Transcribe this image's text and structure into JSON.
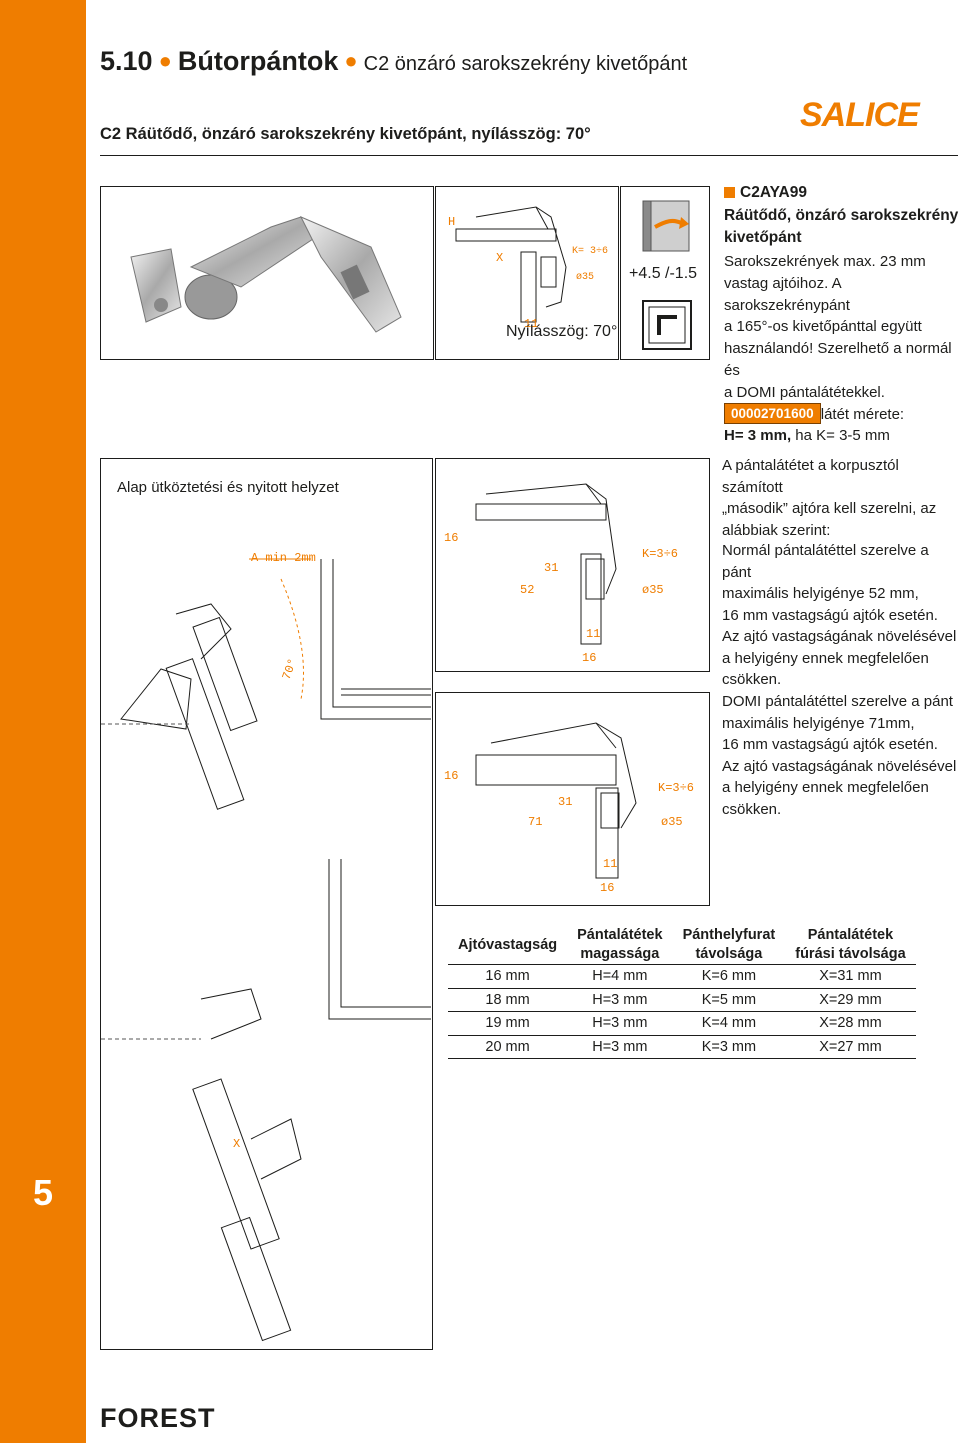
{
  "header": {
    "section": "5.10",
    "category": "Bútorpántok",
    "product_line": "C2 önzáró sarokszekrény kivetőpánt",
    "subtitle": "C2 Ráütődő, önzáró sarokszekrény kivetőpánt, nyílásszög: 70°",
    "brand": "SALICE"
  },
  "sidebar": {
    "page_number": "5"
  },
  "product": {
    "code": "C2AYA99",
    "name_line1": "Ráütődő, önzáró sarokszekrény",
    "name_line2": "kivetőpánt",
    "desc_lines": [
      "Sarokszekrények max. 23 mm",
      "vastag ajtóihoz. A sarokszekrénypánt",
      "a 165°-os kivetőpánttal együtt",
      "használandó! Szerelhető a normál és",
      "a DOMI pántalátétekkel.",
      "Javasolt pántalátét mérete:"
    ],
    "recommend_bold": "H= 3 mm,",
    "recommend_rest": " ha K= 3-5 mm",
    "order_code": "00002701600"
  },
  "diagram_top": {
    "angle_label": "Nyílásszög: 70°",
    "adjust_label": "+4.5 /-1.5",
    "H": "H",
    "X": "X",
    "K": "K= 3÷6",
    "dia": "ø35",
    "eleven": "11"
  },
  "diagram_left": {
    "title": "Alap ütköztetési és nyitott helyzet",
    "a_min": "A min 2mm",
    "angle": "70°",
    "x": "X"
  },
  "diagram_normal": {
    "h16": "16",
    "d31": "31",
    "d52": "52",
    "k": "K=3÷6",
    "dia": "ø35",
    "d11": "11",
    "d16": "16"
  },
  "diagram_domi": {
    "h16": "16",
    "d31": "31",
    "d71": "71",
    "k": "K=3÷6",
    "dia": "ø35",
    "d11": "11",
    "d16": "16"
  },
  "text_right": {
    "intro_lines": [
      "A pántalátétet a korpusztól számított",
      "„második” ajtóra kell szerelni, az",
      "alábbiak szerint:"
    ],
    "normal_lines": [
      "Normál pántalátéttel szerelve a pánt",
      "maximális helyigénye 52 mm,",
      "16 mm vastagságú ajtók esetén.",
      "Az ajtó vastagságának növelésével",
      "a helyigény ennek megfelelően",
      "csökken."
    ],
    "domi_lines": [
      "DOMI pántalátéttel szerelve a pánt",
      "maximális helyigénye 71mm,",
      "16 mm vastagságú ajtók esetén.",
      "Az ajtó vastagságának növelésével",
      "a helyigény ennek megfelelően",
      "csökken."
    ]
  },
  "table": {
    "headers": [
      [
        "Ajtóvastagság",
        ""
      ],
      [
        "Pántalátétek",
        "magassága"
      ],
      [
        "Pánthelyfurat",
        "távolsága"
      ],
      [
        "Pántalátétek",
        "fúrási távolsága"
      ]
    ],
    "rows": [
      [
        "16 mm",
        "H=4 mm",
        "K=6 mm",
        "X=31 mm"
      ],
      [
        "18 mm",
        "H=3 mm",
        "K=5 mm",
        "X=29 mm"
      ],
      [
        "19 mm",
        "H=3 mm",
        "K=4 mm",
        "X=28 mm"
      ],
      [
        "20 mm",
        "H=3 mm",
        "K=3 mm",
        "X=27 mm"
      ]
    ]
  },
  "footer": {
    "logo": "FOREST"
  }
}
